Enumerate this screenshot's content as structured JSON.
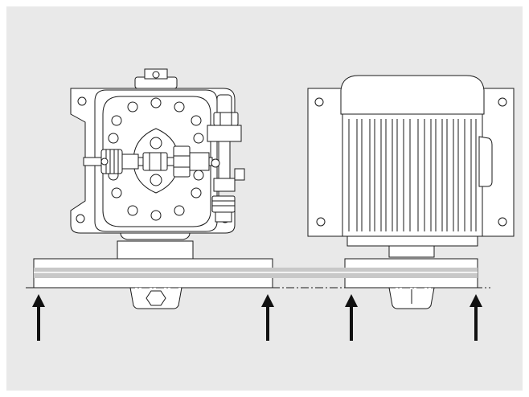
{
  "colors": {
    "panel_background": "#e9e9e9",
    "part_fill": "#ffffff",
    "base_band": "#c8c8c8",
    "stroke": "#1a1a1a",
    "arrow": "#111111"
  },
  "icons": [
    "gear-pump",
    "electric-motor",
    "base-plate",
    "support-arrow",
    "centerline"
  ],
  "arrows": {
    "count": 4,
    "direction": "up"
  }
}
